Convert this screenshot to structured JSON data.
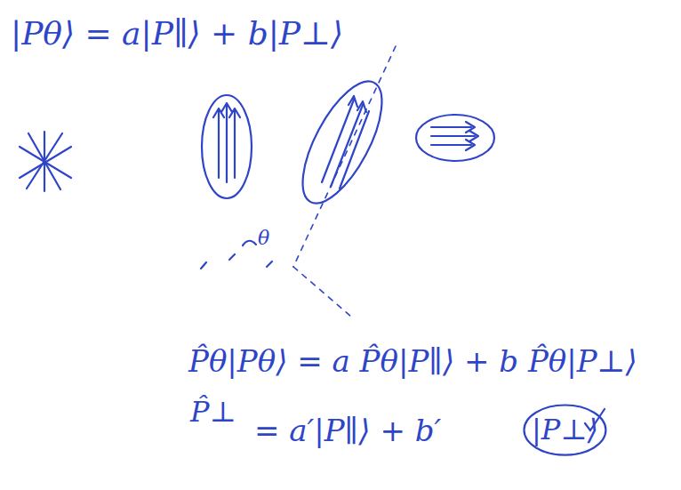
{
  "diagram": {
    "nodes": [
      {
        "text": [
          "|P⊥⟩"
        ]
      }
    ],
    "labels": [
      "|Pθ⟩ = a|P∥⟩ + b|P⊥⟩",
      "θ",
      "P̂θ|Pθ⟩ = a P̂θ|P∥⟩ + b P̂θ|P⊥⟩",
      "P̂⊥",
      "= a′|P∥⟩ + b′"
    ]
  }
}
